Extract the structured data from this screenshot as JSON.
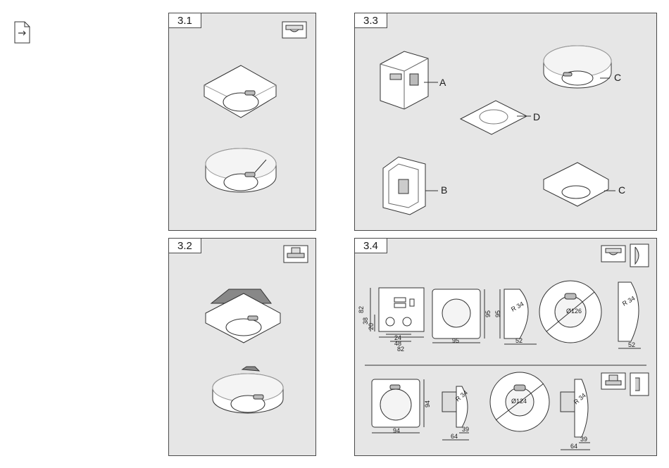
{
  "panels": {
    "p31": {
      "label": "3.1"
    },
    "p32": {
      "label": "3.2"
    },
    "p33": {
      "label": "3.3",
      "callouts": {
        "a": "A",
        "b": "B",
        "c1": "C",
        "c2": "C",
        "d": "D"
      }
    },
    "p34": {
      "label": "3.4",
      "top": {
        "h82": "82",
        "h38": "38",
        "h20": "20",
        "w24": "24",
        "w48": "48",
        "w82": "82",
        "h95": "95",
        "w95": "95",
        "h95b": "95",
        "r34": "R 34",
        "w52": "52",
        "d126": "Ø126",
        "r34b": "R 34",
        "w52b": "52"
      },
      "bottom": {
        "h94": "94",
        "w94": "94",
        "r34": "R 34",
        "w39": "39",
        "w64": "64",
        "d124": "Ø124",
        "r34b": "R 34",
        "w39b": "39",
        "w64b": "64"
      }
    }
  },
  "icons": {
    "page_arrow": "page-arrow-icon"
  }
}
